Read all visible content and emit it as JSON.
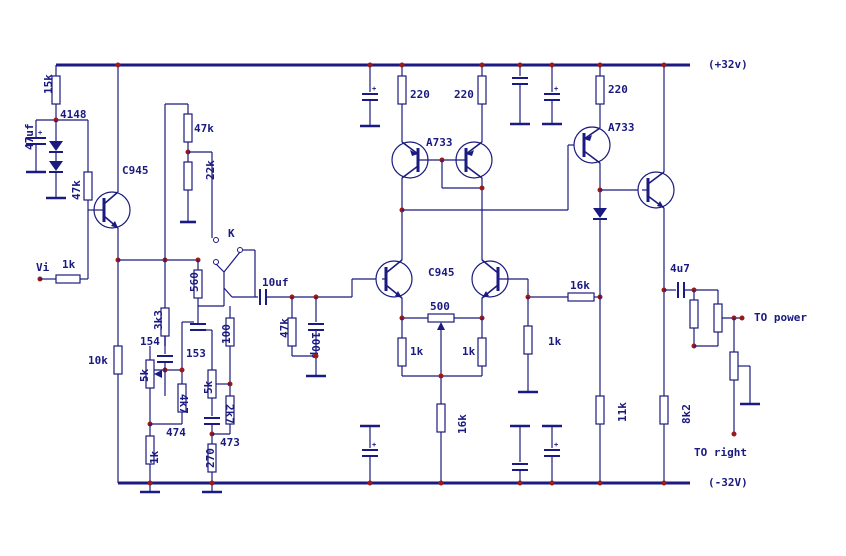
{
  "rails": {
    "positive": "(+32v)",
    "negative": "(-32V)"
  },
  "labels": {
    "r15k": "15k",
    "d4148": "4148",
    "c47uf": "47uf",
    "r47k_a": "47k",
    "q_c945_a": "C945",
    "vi": "Vi",
    "r1k_in": "1k",
    "r47k_b": "47k",
    "r22k": "22k",
    "switch_k": "K",
    "r560": "560",
    "c10uf": "10uf",
    "r47k_c": "47k",
    "c100p": "100p",
    "r3k3": "3k3",
    "c154": "154",
    "c153": "153",
    "r100": "100",
    "r10k": "10k",
    "r5k_a": "5k",
    "r4k7": "4k7",
    "r5k_b": "5k",
    "r2k7": "2k7",
    "c474": "474",
    "c473": "473",
    "r1k_a": "1k",
    "r270": "270",
    "r220_a": "220",
    "r220_b": "220",
    "q_a733_a": "A733",
    "r220_c": "220",
    "q_a733_b": "A733",
    "q_c945_b": "C945",
    "r500": "500",
    "r1k_b": "1k",
    "r1k_c": "1k",
    "r16k_a": "16k",
    "r1k_d": "1k",
    "r16k_b": "16k",
    "r11k": "11k",
    "r8k2": "8k2",
    "c4u7": "4u7",
    "to_power": "TO power",
    "to_right": "TO right"
  },
  "icons": [
    "resistor-icon",
    "capacitor-icon",
    "electrolytic-capacitor-icon",
    "diode-icon",
    "npn-transistor-icon",
    "pnp-transistor-icon",
    "potentiometer-icon",
    "ground-icon",
    "switch-icon",
    "terminal-icon"
  ]
}
